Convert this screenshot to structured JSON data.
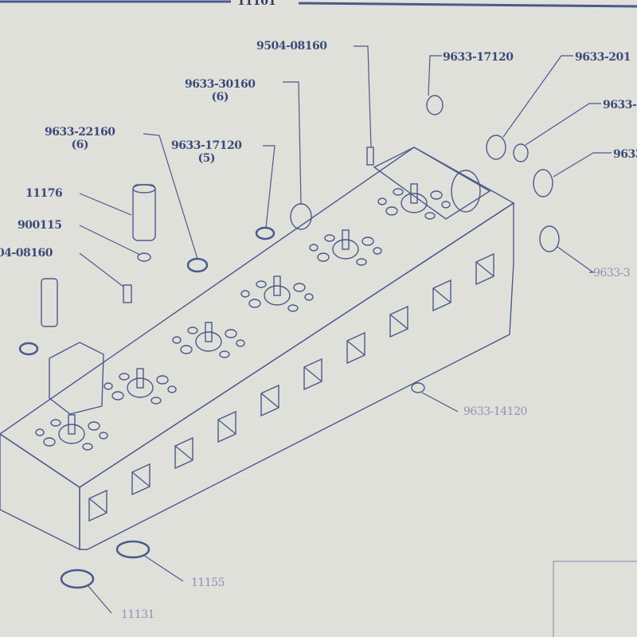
{
  "sheet_title": "11101",
  "labels": {
    "p9504_08160": "9504-08160",
    "p9633_17120_top": "9633-17120",
    "p9633_201": "9633-201",
    "p9633_right1": "9633-",
    "p9633_right2": "9633",
    "p9633_right3": "9633-3",
    "p9633_30160": "9633-30160",
    "p9633_30160_qty": "(6)",
    "p9633_22160": "9633-22160",
    "p9633_22160_qty": "(6)",
    "p9633_17120": "9633-17120",
    "p9633_17120_qty": "(5)",
    "p11176": "11176",
    "p900115": "900115",
    "p04_08160": "04-08160",
    "p9633_14120": "9633-14120",
    "p11155": "11155",
    "p11131": "11131"
  },
  "colors": {
    "ink": "#3b4a7a",
    "paper": "#e0e0da"
  }
}
